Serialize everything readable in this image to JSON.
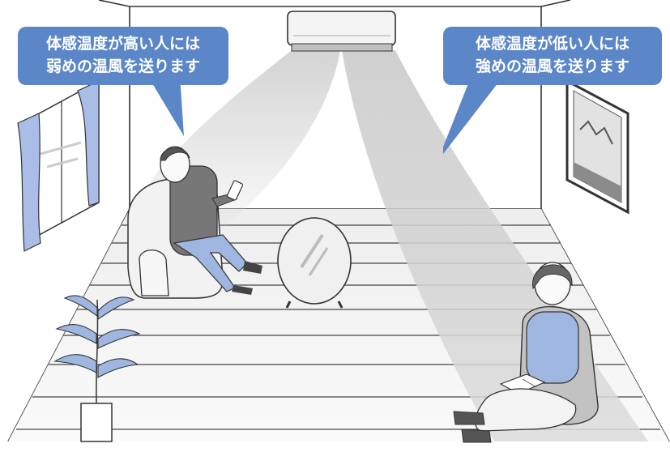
{
  "callouts": {
    "left": {
      "line1": "体感温度が高い人には",
      "line2": "弱めの温風を送ります"
    },
    "right": {
      "line1": "体感温度が低い人には",
      "line2": "強めの温風を送ります"
    }
  },
  "colors": {
    "callout_bg": "#5b86c7",
    "curtain": "#a9bde6",
    "man_sweater": "#777777",
    "man_jeans": "#9fb6e0",
    "woman_sweater": "#9fb6e0",
    "chair": "#c2c2c2",
    "airflow": "#d3d3d3",
    "line": "#333333"
  },
  "icons": [
    "air-conditioner-icon",
    "plant-icon",
    "picture-frame-icon",
    "remote-control-icon",
    "book-icon"
  ]
}
